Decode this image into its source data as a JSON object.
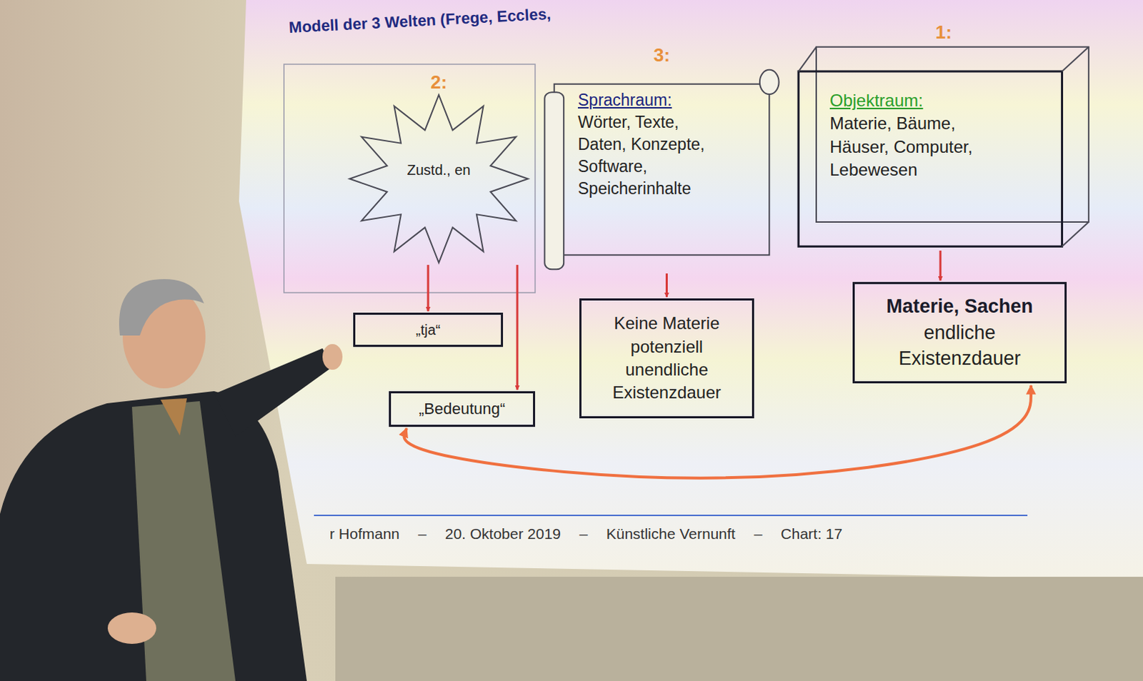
{
  "diagram": {
    "title": "Modell der 3 Welten (Frege, Eccles,",
    "nodes": [
      {
        "text": [
          "2:",
          "Zustd., en"
        ]
      },
      {
        "text": [
          "3:",
          "Sprachraum:",
          "Wörter, Texte, Daten, Konzepte, Software, Speicherinhalte"
        ]
      },
      {
        "text": [
          "1:",
          "Objektraum:",
          "Materie, Bäume, Häuser, Computer, Lebewesen"
        ]
      },
      {
        "text": [
          "„tja“"
        ]
      },
      {
        "text": [
          "„Bedeutung“"
        ]
      },
      {
        "text": [
          "Keine Materie potenziell unendliche Existenzdauer"
        ]
      },
      {
        "text": [
          "Materie, Sachen",
          "endliche Existenzdauer"
        ]
      }
    ],
    "edges": [
      {
        "from": 0,
        "to": 3,
        "arrow": "to"
      },
      {
        "from": 0,
        "to": 4,
        "arrow": "to"
      },
      {
        "from": 1,
        "to": 5,
        "arrow": "to"
      },
      {
        "from": 2,
        "to": 6,
        "arrow": "to"
      },
      {
        "from": 4,
        "to": 6,
        "arrow": "both"
      }
    ],
    "labels": [
      "r Hofmann",
      "–",
      "20. Oktober 2019",
      "–",
      "Künstliche Vernunft",
      "–",
      "Chart: 17"
    ]
  }
}
